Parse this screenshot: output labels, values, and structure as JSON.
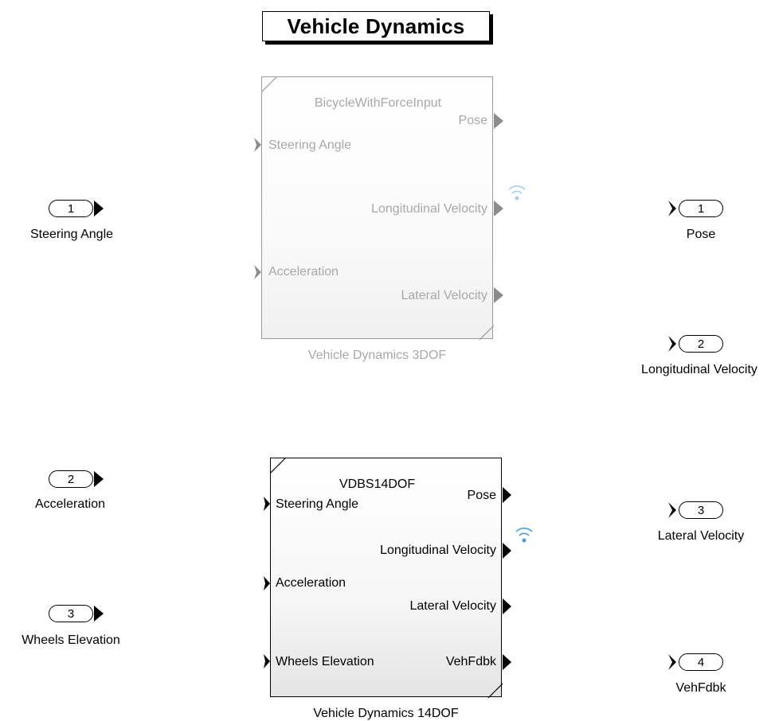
{
  "diagram": {
    "title": "Vehicle Dynamics",
    "blocks": [
      {
        "id": "3dof",
        "name": "Vehicle Dynamics 3DOF",
        "variant_name": "BicycleWithForceInput",
        "active": false,
        "inputs": [
          "Steering Angle",
          "Acceleration"
        ],
        "outputs": [
          "Pose",
          "Longitudinal Velocity",
          "Lateral Velocity"
        ]
      },
      {
        "id": "14dof",
        "name": "Vehicle Dynamics 14DOF",
        "variant_name": "VDBS14DOF",
        "active": true,
        "inputs": [
          "Steering Angle",
          "Acceleration",
          "Wheels Elevation"
        ],
        "outputs": [
          "Pose",
          "Longitudinal Velocity",
          "Lateral Velocity",
          "VehFdbk"
        ]
      }
    ],
    "inports": [
      {
        "number": "1",
        "name": "Steering Angle"
      },
      {
        "number": "2",
        "name": "Acceleration"
      },
      {
        "number": "3",
        "name": "Wheels Elevation"
      }
    ],
    "outports": [
      {
        "number": "1",
        "name": "Pose"
      },
      {
        "number": "2",
        "name": "Longitudinal Velocity"
      },
      {
        "number": "3",
        "name": "Lateral Velocity"
      },
      {
        "number": "4",
        "name": "VehFdbk"
      }
    ],
    "colors": {
      "active": "#000000",
      "inactive": "#a8a8a8",
      "signal_icon": "#4a9be0"
    },
    "icons": [
      "signal-broadcast-icon",
      "port-arrow-icon",
      "block-corner-icon"
    ]
  }
}
